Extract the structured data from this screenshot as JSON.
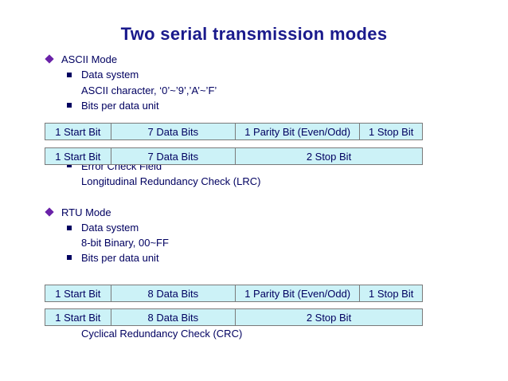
{
  "title": "Two serial transmission modes",
  "ascii": {
    "heading": "ASCII Mode",
    "data_system_label": "Data system",
    "data_system_value": "ASCII character, ‘0’~’9’,’A’~’F’",
    "bits_label": "Bits per data unit",
    "row1": [
      "1 Start Bit",
      "7 Data Bits",
      "1 Parity Bit (Even/Odd)",
      "1 Stop Bit"
    ],
    "row2": [
      "1 Start Bit",
      "7 Data Bits",
      "2 Stop Bit"
    ],
    "check_label": "Error Check Field",
    "check_value": "Longitudinal Redundancy Check (LRC)"
  },
  "rtu": {
    "heading": "RTU Mode",
    "data_system_label": "Data system",
    "data_system_value": "8-bit Binary, 00~FF",
    "bits_label": "Bits per data unit",
    "row1": [
      "1 Start Bit",
      "8 Data Bits",
      "1 Parity Bit (Even/Odd)",
      "1 Stop Bit"
    ],
    "row2": [
      "1 Start Bit",
      "8 Data Bits",
      "2 Stop Bit"
    ],
    "check_value": "Cyclical Redundancy Check (CRC)"
  },
  "colors": {
    "title": "#1a1a8c",
    "text": "#000060",
    "bullet": "#6a22a8",
    "cell_fill": "#ccf2f7",
    "cell_border": "#7a7a7a"
  },
  "icons": {
    "level1_bullet": "diamond-bullet-icon",
    "level2_bullet": "square-bullet-icon"
  }
}
